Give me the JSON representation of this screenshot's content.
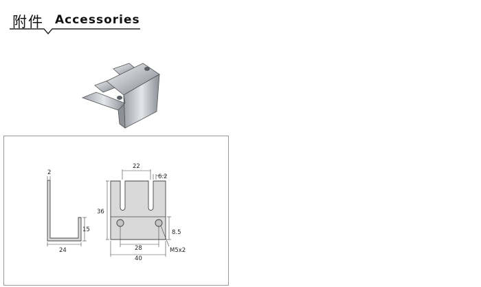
{
  "heading": {
    "cn": "附件",
    "en": "Accessories"
  },
  "side_view": {
    "thickness": "2",
    "width": "24",
    "height": "15"
  },
  "front_view": {
    "slot_spacing": "22",
    "slot_width": "6.2",
    "height": "36",
    "hole_height": "8.5",
    "hole_spacing": "28",
    "width": "40",
    "screw": "M5x2"
  },
  "colors": {
    "part_fill": "#d9d9d9",
    "line": "#444444",
    "box_border": "#9a9a9a"
  }
}
